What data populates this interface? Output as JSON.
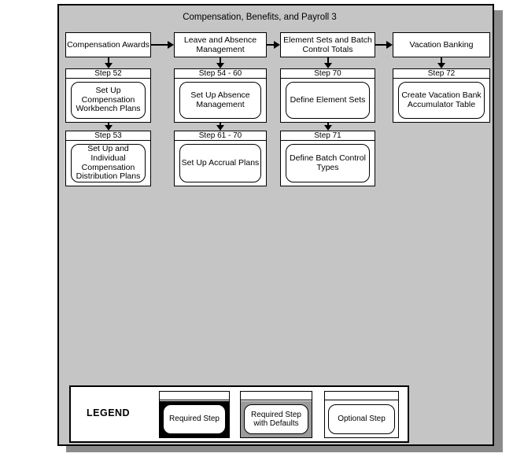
{
  "title": "Compensation, Benefits, and Payroll 3",
  "columns": [
    {
      "category": "Compensation Awards",
      "steps": [
        {
          "header": "Step 52",
          "label": "Set Up Compensation Workbench Plans"
        },
        {
          "header": "Step 53",
          "label": "Set Up and Individual Compensation Distribution Plans"
        }
      ]
    },
    {
      "category": "Leave and Absence Management",
      "steps": [
        {
          "header": "Step 54 - 60",
          "label": "Set Up Absence Management"
        },
        {
          "header": "Step 61 - 70",
          "label": "Set Up Accrual Plans"
        }
      ]
    },
    {
      "category": "Element Sets and Batch Control Totals",
      "steps": [
        {
          "header": "Step 70",
          "label": "Define Element Sets"
        },
        {
          "header": "Step 71",
          "label": "Define Batch Control Types"
        }
      ]
    },
    {
      "category": "Vacation Banking",
      "steps": [
        {
          "header": "Step 72",
          "label": "Create Vacation Bank Accumulator Table"
        }
      ]
    }
  ],
  "legend": {
    "title": "LEGEND",
    "items": [
      {
        "label": "Required Step",
        "style": "required",
        "frame_color": "#000000"
      },
      {
        "label": "Required Step with Defaults",
        "style": "required-defaults",
        "frame_color": "#9b9b9b"
      },
      {
        "label": "Optional Step",
        "style": "optional",
        "frame_color": "#ffffff"
      }
    ]
  },
  "colors": {
    "panel_background": "#c5c5c5",
    "panel_shadow": "#8b8b8b",
    "box_background": "#ffffff",
    "border": "#000000"
  }
}
